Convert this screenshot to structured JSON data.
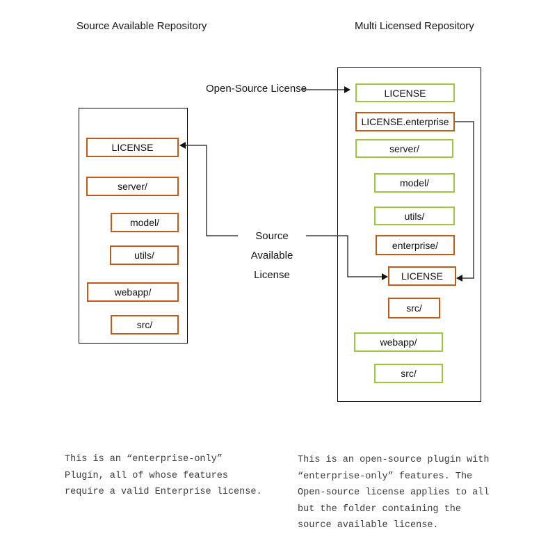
{
  "titles": {
    "left": "Source Available Repository",
    "right": "Multi Licensed Repository"
  },
  "labels": {
    "open_source": "Open-Source License",
    "source_available_line1": "Source Available",
    "source_available_line2": "License"
  },
  "left_repo": {
    "items": [
      {
        "label": "LICENSE",
        "color": "orange"
      },
      {
        "label": "server/",
        "color": "orange"
      },
      {
        "label": "model/",
        "color": "orange"
      },
      {
        "label": "utils/",
        "color": "orange"
      },
      {
        "label": "webapp/",
        "color": "orange"
      },
      {
        "label": "src/",
        "color": "orange"
      }
    ]
  },
  "right_repo": {
    "items": [
      {
        "label": "LICENSE",
        "color": "green"
      },
      {
        "label": "LICENSE.enterprise",
        "color": "orange"
      },
      {
        "label": "server/",
        "color": "green"
      },
      {
        "label": "model/",
        "color": "green"
      },
      {
        "label": "utils/",
        "color": "green"
      },
      {
        "label": "enterprise/",
        "color": "orange"
      },
      {
        "label": "LICENSE",
        "color": "orange"
      },
      {
        "label": "src/",
        "color": "orange"
      },
      {
        "label": "webapp/",
        "color": "green"
      },
      {
        "label": "src/",
        "color": "green"
      }
    ]
  },
  "notes": {
    "left": [
      "This is an “enterprise-only”",
      "Plugin, all of whose features",
      "require a valid Enterprise license."
    ],
    "right": [
      "This is an open-source plugin with",
      "“enterprise-only” features. The",
      "Open-source license applies to all",
      "but the folder containing the",
      "source available license."
    ]
  },
  "colors": {
    "orange_border": "#C55A11",
    "green_border": "#9CC83E",
    "connector": "#3d3d3d",
    "container_border": "#000000"
  }
}
